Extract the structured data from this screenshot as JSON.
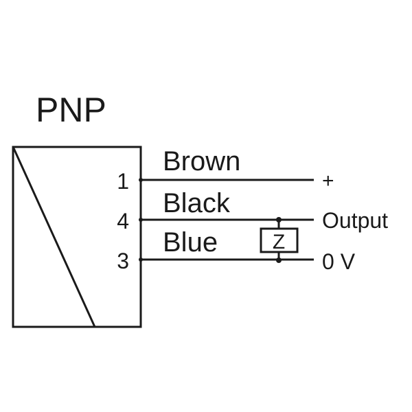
{
  "title": "PNP",
  "pins": [
    {
      "number": "1",
      "wire": "Brown",
      "terminal": "+"
    },
    {
      "number": "4",
      "wire": "Black",
      "terminal": "Output"
    },
    {
      "number": "3",
      "wire": "Blue",
      "terminal": "0 V"
    }
  ],
  "load_label": "Z"
}
